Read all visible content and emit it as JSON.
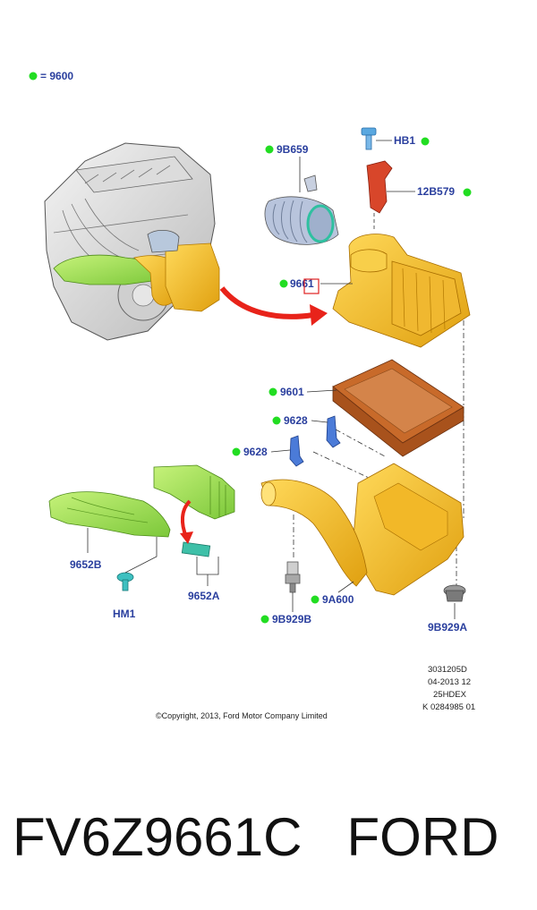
{
  "legend": {
    "text": "= 9600",
    "dot_color": "#22dd22"
  },
  "parts": {
    "p9b659": "9B659",
    "hb1": "HB1",
    "p12b579": "12B579",
    "p9661": "9661",
    "p9601": "9601",
    "p9628a": "9628",
    "p9628b": "9628",
    "p9652b": "9652B",
    "hm1": "HM1",
    "p9652a": "9652A",
    "p9a600": "9A600",
    "p9b929b": "9B929B",
    "p9b929a": "9B929A"
  },
  "reference": {
    "line1": "3031205D",
    "line2": "04-2013 12",
    "line3": "25HDEX",
    "line4": "K 0284985 01"
  },
  "copyright": "©Copyright, 2013, Ford Motor Company Limited",
  "caption": {
    "part_number": "FV6Z9661C",
    "brand": "FORD"
  },
  "colors": {
    "label": "#2a3f9e",
    "housing": "#f4c02a",
    "filter": "#c86a2a",
    "clip": "#4b7bd8",
    "duct": "#9be34a",
    "arrow": "#e8231a",
    "bracket": "#d8462a",
    "highlight": "#e02020"
  }
}
